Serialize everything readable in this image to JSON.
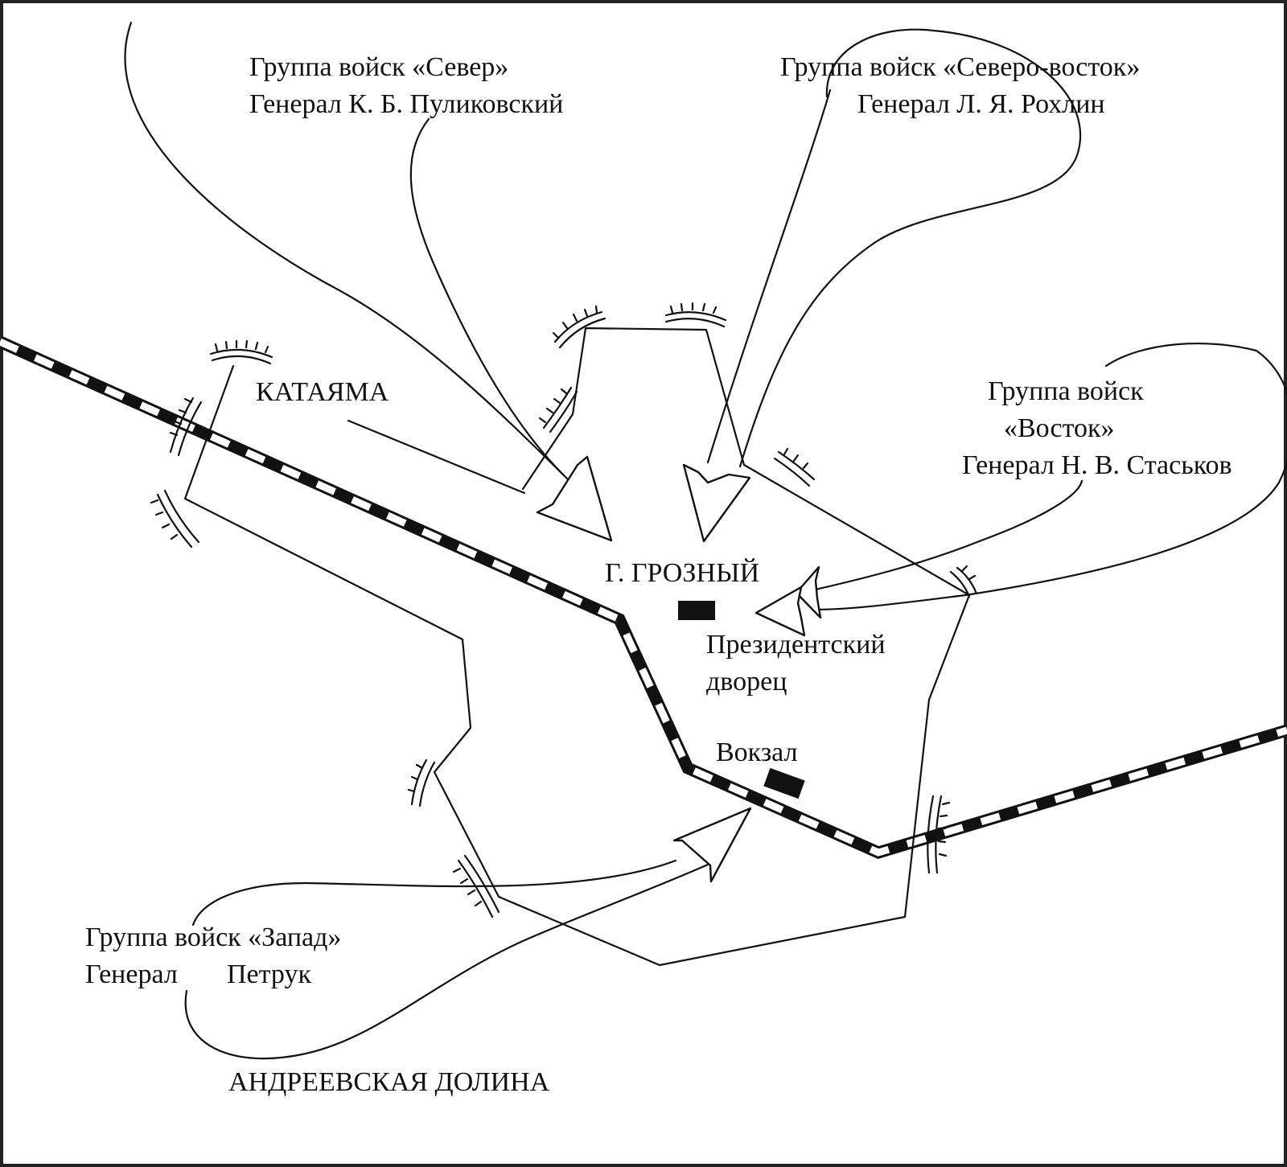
{
  "map": {
    "labels": {
      "group_north_title": "Группа войск «Север»",
      "group_north_general": "Генерал К. Б. Пуликовский",
      "group_northeast_title": "Группа войск «Северо-восток»",
      "group_northeast_general": "Генерал Л. Я. Рохлин",
      "group_east_title": "Группа войск",
      "group_east_name": "«Восток»",
      "group_east_general": "Генерал Н. В. Стаськов",
      "group_west_title": "Группа войск «Запад»",
      "group_west_general_a": "Генерал",
      "group_west_general_b": "Петрук",
      "katayama": "КАТАЯМА",
      "grozny": "Г. ГРОЗНЫЙ",
      "palace_line1": "Президентский",
      "palace_line2": "дворец",
      "station": "Вокзал",
      "andreevskaya": "АНДРЕЕВСКАЯ ДОЛИНА"
    },
    "colors": {
      "ink": "#111111",
      "paper": "#ffffff"
    }
  }
}
